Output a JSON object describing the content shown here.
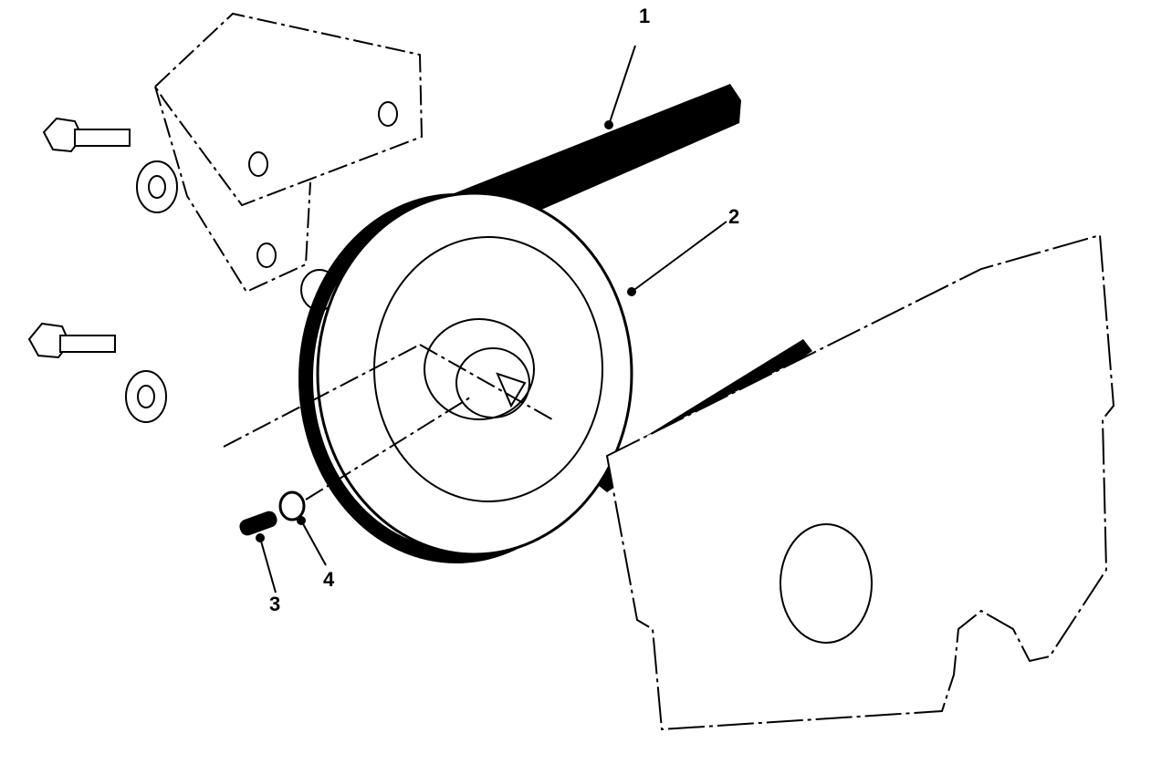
{
  "diagram": {
    "type": "exploded-parts-view",
    "callouts": [
      {
        "id": "1",
        "label": "1",
        "part": "belt"
      },
      {
        "id": "2",
        "label": "2",
        "part": "pulley"
      },
      {
        "id": "3",
        "label": "3",
        "part": "set-screw"
      },
      {
        "id": "4",
        "label": "4",
        "part": "nut"
      }
    ]
  }
}
